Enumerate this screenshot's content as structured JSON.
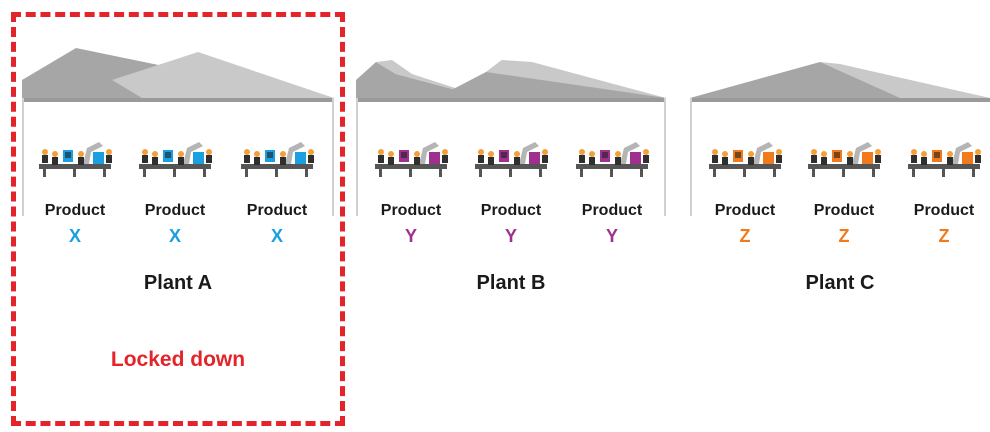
{
  "plants": [
    {
      "name": "Plant A",
      "product_label": "Product",
      "products": [
        "X",
        "X",
        "X"
      ],
      "accent": "#1a9fe0"
    },
    {
      "name": "Plant B",
      "product_label": "Product",
      "products": [
        "Y",
        "Y",
        "Y"
      ],
      "accent": "#a0308f"
    },
    {
      "name": "Plant C",
      "product_label": "Product",
      "products": [
        "Z",
        "Z",
        "Z"
      ],
      "accent": "#f07a1c"
    }
  ],
  "locked": {
    "label": "Locked down",
    "color": "#e3242b"
  },
  "icons": {
    "roof": "factory-roof-icon",
    "line": "assembly-line-workers-icon"
  }
}
